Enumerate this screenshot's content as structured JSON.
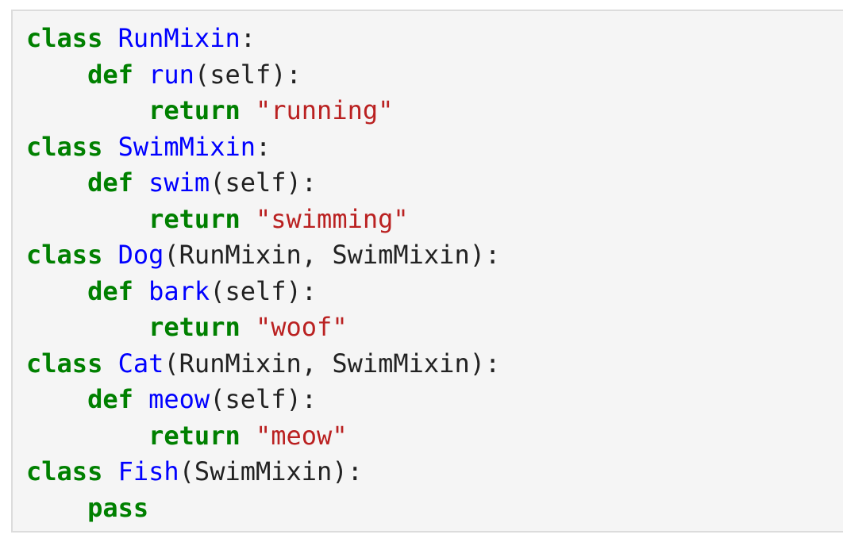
{
  "code": {
    "lines": [
      {
        "indent": "",
        "tokens": [
          {
            "text": "class",
            "type": "kw"
          },
          {
            "text": " ",
            "type": "pn"
          },
          {
            "text": "RunMixin",
            "type": "nm"
          },
          {
            "text": ":",
            "type": "pn"
          }
        ]
      },
      {
        "indent": "    ",
        "tokens": [
          {
            "text": "def",
            "type": "kw"
          },
          {
            "text": " ",
            "type": "pn"
          },
          {
            "text": "run",
            "type": "nm"
          },
          {
            "text": "(self):",
            "type": "pn"
          }
        ]
      },
      {
        "indent": "        ",
        "tokens": [
          {
            "text": "return",
            "type": "kw"
          },
          {
            "text": " ",
            "type": "pn"
          },
          {
            "text": "\"running\"",
            "type": "st"
          }
        ]
      },
      {
        "indent": "",
        "tokens": [
          {
            "text": "class",
            "type": "kw"
          },
          {
            "text": " ",
            "type": "pn"
          },
          {
            "text": "SwimMixin",
            "type": "nm"
          },
          {
            "text": ":",
            "type": "pn"
          }
        ]
      },
      {
        "indent": "    ",
        "tokens": [
          {
            "text": "def",
            "type": "kw"
          },
          {
            "text": " ",
            "type": "pn"
          },
          {
            "text": "swim",
            "type": "nm"
          },
          {
            "text": "(self):",
            "type": "pn"
          }
        ]
      },
      {
        "indent": "        ",
        "tokens": [
          {
            "text": "return",
            "type": "kw"
          },
          {
            "text": " ",
            "type": "pn"
          },
          {
            "text": "\"swimming\"",
            "type": "st"
          }
        ]
      },
      {
        "indent": "",
        "tokens": [
          {
            "text": "class",
            "type": "kw"
          },
          {
            "text": " ",
            "type": "pn"
          },
          {
            "text": "Dog",
            "type": "nm"
          },
          {
            "text": "(RunMixin, SwimMixin):",
            "type": "pn"
          }
        ]
      },
      {
        "indent": "    ",
        "tokens": [
          {
            "text": "def",
            "type": "kw"
          },
          {
            "text": " ",
            "type": "pn"
          },
          {
            "text": "bark",
            "type": "nm"
          },
          {
            "text": "(self):",
            "type": "pn"
          }
        ]
      },
      {
        "indent": "        ",
        "tokens": [
          {
            "text": "return",
            "type": "kw"
          },
          {
            "text": " ",
            "type": "pn"
          },
          {
            "text": "\"woof\"",
            "type": "st"
          }
        ]
      },
      {
        "indent": "",
        "tokens": [
          {
            "text": "class",
            "type": "kw"
          },
          {
            "text": " ",
            "type": "pn"
          },
          {
            "text": "Cat",
            "type": "nm"
          },
          {
            "text": "(RunMixin, SwimMixin):",
            "type": "pn"
          }
        ]
      },
      {
        "indent": "    ",
        "tokens": [
          {
            "text": "def",
            "type": "kw"
          },
          {
            "text": " ",
            "type": "pn"
          },
          {
            "text": "meow",
            "type": "nm"
          },
          {
            "text": "(self):",
            "type": "pn"
          }
        ]
      },
      {
        "indent": "        ",
        "tokens": [
          {
            "text": "return",
            "type": "kw"
          },
          {
            "text": " ",
            "type": "pn"
          },
          {
            "text": "\"meow\"",
            "type": "st"
          }
        ]
      },
      {
        "indent": "",
        "tokens": [
          {
            "text": "class",
            "type": "kw"
          },
          {
            "text": " ",
            "type": "pn"
          },
          {
            "text": "Fish",
            "type": "nm"
          },
          {
            "text": "(SwimMixin):",
            "type": "pn"
          }
        ]
      },
      {
        "indent": "    ",
        "tokens": [
          {
            "text": "pass",
            "type": "kw"
          }
        ]
      }
    ]
  },
  "colors": {
    "keyword": "#008000",
    "name": "#0000ff",
    "string": "#ba2121",
    "plain": "#222222",
    "background": "#f5f5f5"
  }
}
